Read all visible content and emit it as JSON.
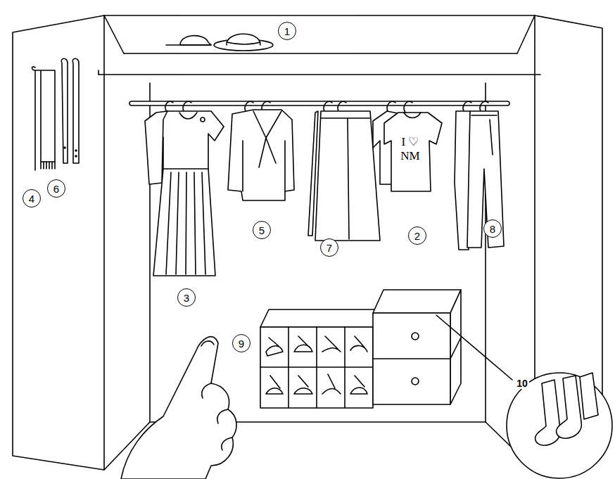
{
  "diagram": {
    "labels": [
      "1",
      "2",
      "3",
      "4",
      "5",
      "6",
      "7",
      "8",
      "9",
      "10",
      "I ♡ NM"
    ]
  }
}
